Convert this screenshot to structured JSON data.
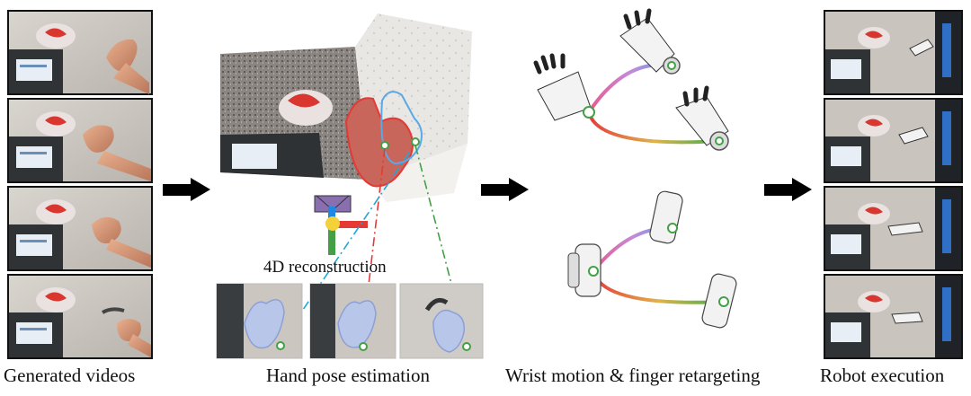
{
  "captions": {
    "generated_videos": "Generated videos",
    "hand_pose": "Hand pose estimation",
    "reconstruction": "4D reconstruction",
    "retargeting": "Wrist motion & finger retargeting",
    "robot_execution": "Robot execution"
  },
  "colors": {
    "arrow": "#000000",
    "wrist_red": "#e53935",
    "wrist_green": "#43a047",
    "wrist_blue": "#1e88e5",
    "hand_outline_red": "#e53935",
    "hand_outline_blue": "#5aa9e6"
  }
}
